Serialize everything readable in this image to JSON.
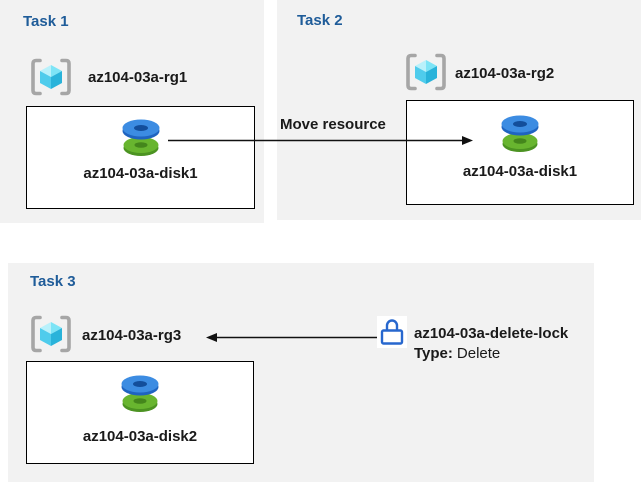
{
  "diagram": {
    "tasks": [
      {
        "label": "Task 1",
        "rg": "az104-03a-rg1",
        "resource": "az104-03a-disk1"
      },
      {
        "label": "Task 2",
        "rg": "az104-03a-rg2",
        "resource": "az104-03a-disk1"
      },
      {
        "label": "Task 3",
        "rg": "az104-03a-rg3",
        "resource": "az104-03a-disk2"
      }
    ],
    "move_arrow_label": "Move resource",
    "lock": {
      "name": "az104-03a-delete-lock",
      "type_label": "Type:",
      "type_value": "Delete"
    },
    "icons": {
      "resource_group": "resource-group-icon",
      "disk": "managed-disk-icon",
      "lock": "lock-icon"
    }
  },
  "colors": {
    "heading-blue": "#1f5c99",
    "panel-bg": "#f2f2f2",
    "text-dark": "#1a1a1a",
    "bracket-gray": "#a6a6a6",
    "cube-top": "#7de4f6",
    "cube-light": "#b9f1fb",
    "cube-left": "#4fccec",
    "cube-right": "#29b3da",
    "disk-blue-top": "#3c8ce2",
    "disk-blue-side": "#1f64c0",
    "disk-blue-hole": "#134e9b",
    "disk-green-top": "#68b52f",
    "disk-green-side": "#4c9322",
    "disk-green-hole": "#44861c",
    "lock-blue": "#2767ce",
    "arrow-black": "#111111"
  }
}
